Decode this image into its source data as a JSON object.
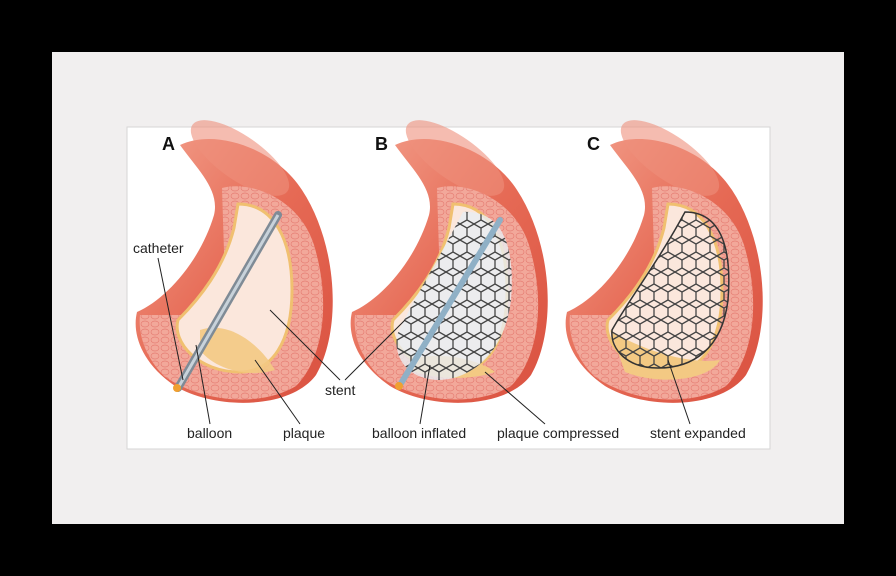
{
  "panels": [
    {
      "letter": "A"
    },
    {
      "letter": "B"
    },
    {
      "letter": "C"
    }
  ],
  "labels": {
    "catheter": "catheter",
    "stent": "stent",
    "balloon": "balloon",
    "plaque": "plaque",
    "balloon_inflated": "balloon inflated",
    "plaque_compressed": "plaque compressed",
    "stent_expanded": "stent expanded"
  },
  "colors": {
    "frame": "#000000",
    "mat": "#f1efef",
    "vessel": "#e8826f",
    "tissue": "#f2a89a",
    "plaque": "#f3c983"
  }
}
